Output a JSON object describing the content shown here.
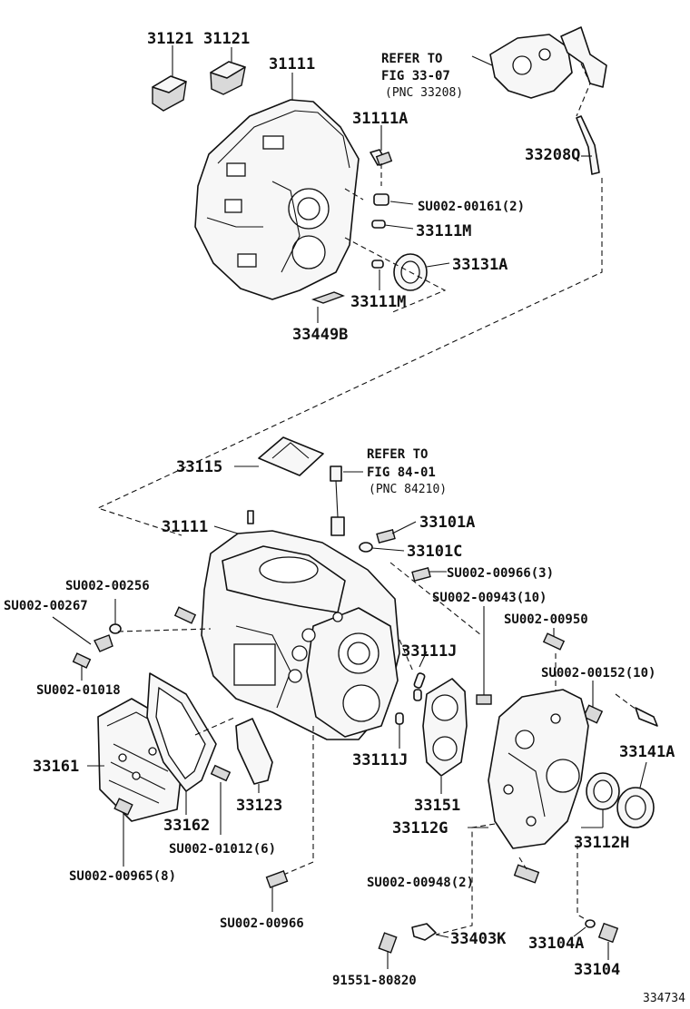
{
  "diagram": {
    "drawing_number": "334734",
    "parts": {
      "p31121_left": "31121",
      "p31121_right": "31121",
      "p31111_top": "31111",
      "p31111A": "31111A",
      "p33208_ref": {
        "line1": "REFER TO",
        "line2": "FIG 33-07",
        "line3": "(PNC 33208)"
      },
      "p33208Q": "33208Q",
      "su0161": "SU002-00161(2)",
      "p33111M_upper": "33111M",
      "p33131A": "33131A",
      "p33111M_lower": "33111M",
      "p33449B": "33449B",
      "p33115": "33115",
      "p84210_ref": {
        "line1": "REFER TO",
        "line2": "FIG 84-01",
        "line3": "(PNC 84210)"
      },
      "p31111_lower": "31111",
      "p33101A": "33101A",
      "p33101C": "33101C",
      "su0256": "SU002-00256",
      "su0267": "SU002-00267",
      "su0966_3": "SU002-00966(3)",
      "su0943": "SU002-00943(10)",
      "su0950": "SU002-00950",
      "su1018": "SU002-01018",
      "p33111J_upper": "33111J",
      "su0152": "SU002-00152(10)",
      "p33161": "33161",
      "p33141A": "33141A",
      "p33111J_lower": "33111J",
      "p33123": "33123",
      "p33151": "33151",
      "p33162": "33162",
      "p33112G": "33112G",
      "p33112H": "33112H",
      "su1012": "SU002-01012(6)",
      "su0965": "SU002-00965(8)",
      "su0948": "SU002-00948(2)",
      "su0966": "SU002-00966",
      "p33403K": "33403K",
      "p33104A": "33104A",
      "p91551": "91551-80820",
      "p33104": "33104"
    }
  }
}
